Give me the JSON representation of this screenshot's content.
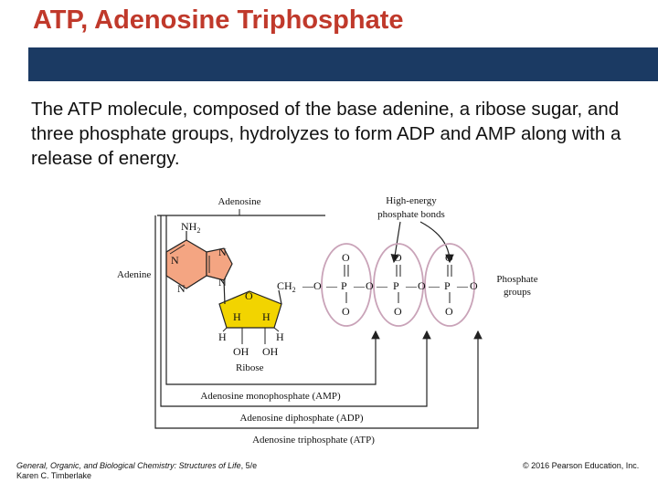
{
  "slide": {
    "title": "ATP, Adenosine Triphosphate",
    "body": "The ATP molecule, composed of the base adenine, a ribose sugar, and three phosphate groups, hydrolyzes to form ADP and AMP along with a release of energy."
  },
  "diagram": {
    "adenosine_label": "Adenosine",
    "adenine_label": "Adenine",
    "ribose_label": "Ribose",
    "high_energy_label": [
      "High-energy",
      "phosphate bonds"
    ],
    "phosphate_groups_label": [
      "Phosphate",
      "groups"
    ],
    "amp_label": "Adenosine monophosphate (AMP)",
    "adp_label": "Adenosine diphosphate (ADP)",
    "atp_label": "Adenosine triphosphate (ATP)",
    "atoms": {
      "nh2": "NH",
      "nh2_sub": "2",
      "n": "N",
      "o": "O",
      "p": "P",
      "h": "H",
      "oh": "OH",
      "ch2": "CH",
      "ch2_sub": "2",
      "dash": "—"
    },
    "colors": {
      "adenine_fill": "#f4a582",
      "ribose_fill": "#f2d400",
      "phosphate_ellipse": "#c9a3b8"
    }
  },
  "footer": {
    "book_title": "General, Organic, and Biological Chemistry: Structures of Life",
    "edition": ", 5/e",
    "author": "Karen C. Timberlake",
    "copyright": "© 2016 Pearson Education, Inc."
  }
}
